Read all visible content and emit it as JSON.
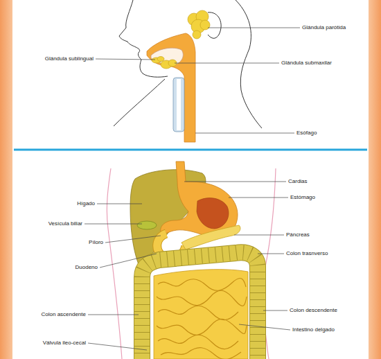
{
  "diagram": {
    "labels": [
      "Glándula parótida",
      "Glándula sublingual",
      "Glándula submaxilar",
      "Esófago",
      "Cardias",
      "Hígado",
      "Estómago",
      "Vesícula biliar",
      "Páncreas",
      "Píloro",
      "Colon trasnverso",
      "Duodeno",
      "Colon ascendente",
      "Colon descendente",
      "Intestino delgado",
      "Válvula ileo-cecal"
    ]
  }
}
